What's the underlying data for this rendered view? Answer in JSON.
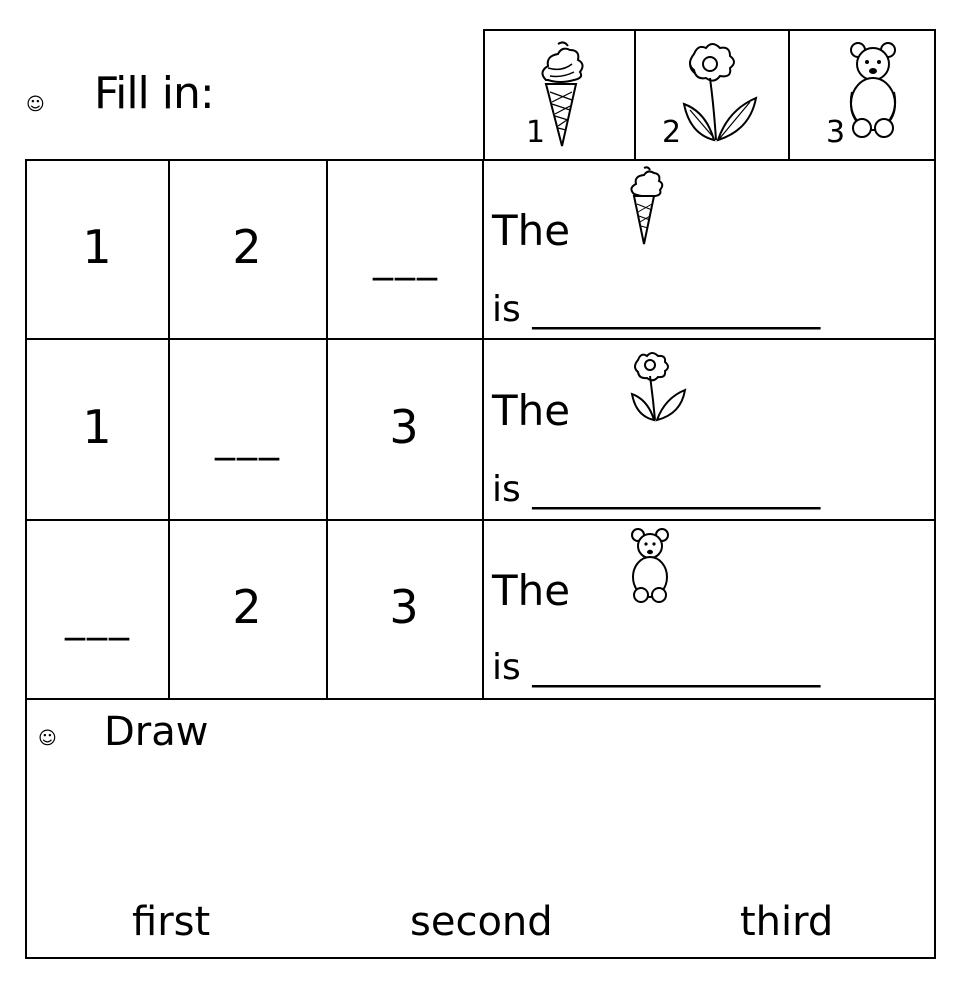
{
  "header": {
    "smiley_icon": "smiley-face-icon",
    "instruction": "Fill in:"
  },
  "legend": [
    {
      "number": "1",
      "icon": "ice-cream-cone-icon"
    },
    {
      "number": "2",
      "icon": "flower-icon"
    },
    {
      "number": "3",
      "icon": "teddy-bear-icon"
    }
  ],
  "rows": [
    {
      "cells": [
        "1",
        "2",
        "___"
      ],
      "sentence_start": "The",
      "icon": "ice-cream-cone-icon",
      "sentence_end": "is ________________"
    },
    {
      "cells": [
        "1",
        "___",
        "3"
      ],
      "sentence_start": "The",
      "icon": "flower-icon",
      "sentence_end": "is ________________"
    },
    {
      "cells": [
        "___",
        "2",
        "3"
      ],
      "sentence_start": "The",
      "icon": "teddy-bear-icon",
      "sentence_end": "is ________________"
    }
  ],
  "draw_section": {
    "smiley_icon": "smiley-face-icon",
    "instruction": "Draw",
    "labels": [
      "first",
      "second",
      "third"
    ]
  }
}
